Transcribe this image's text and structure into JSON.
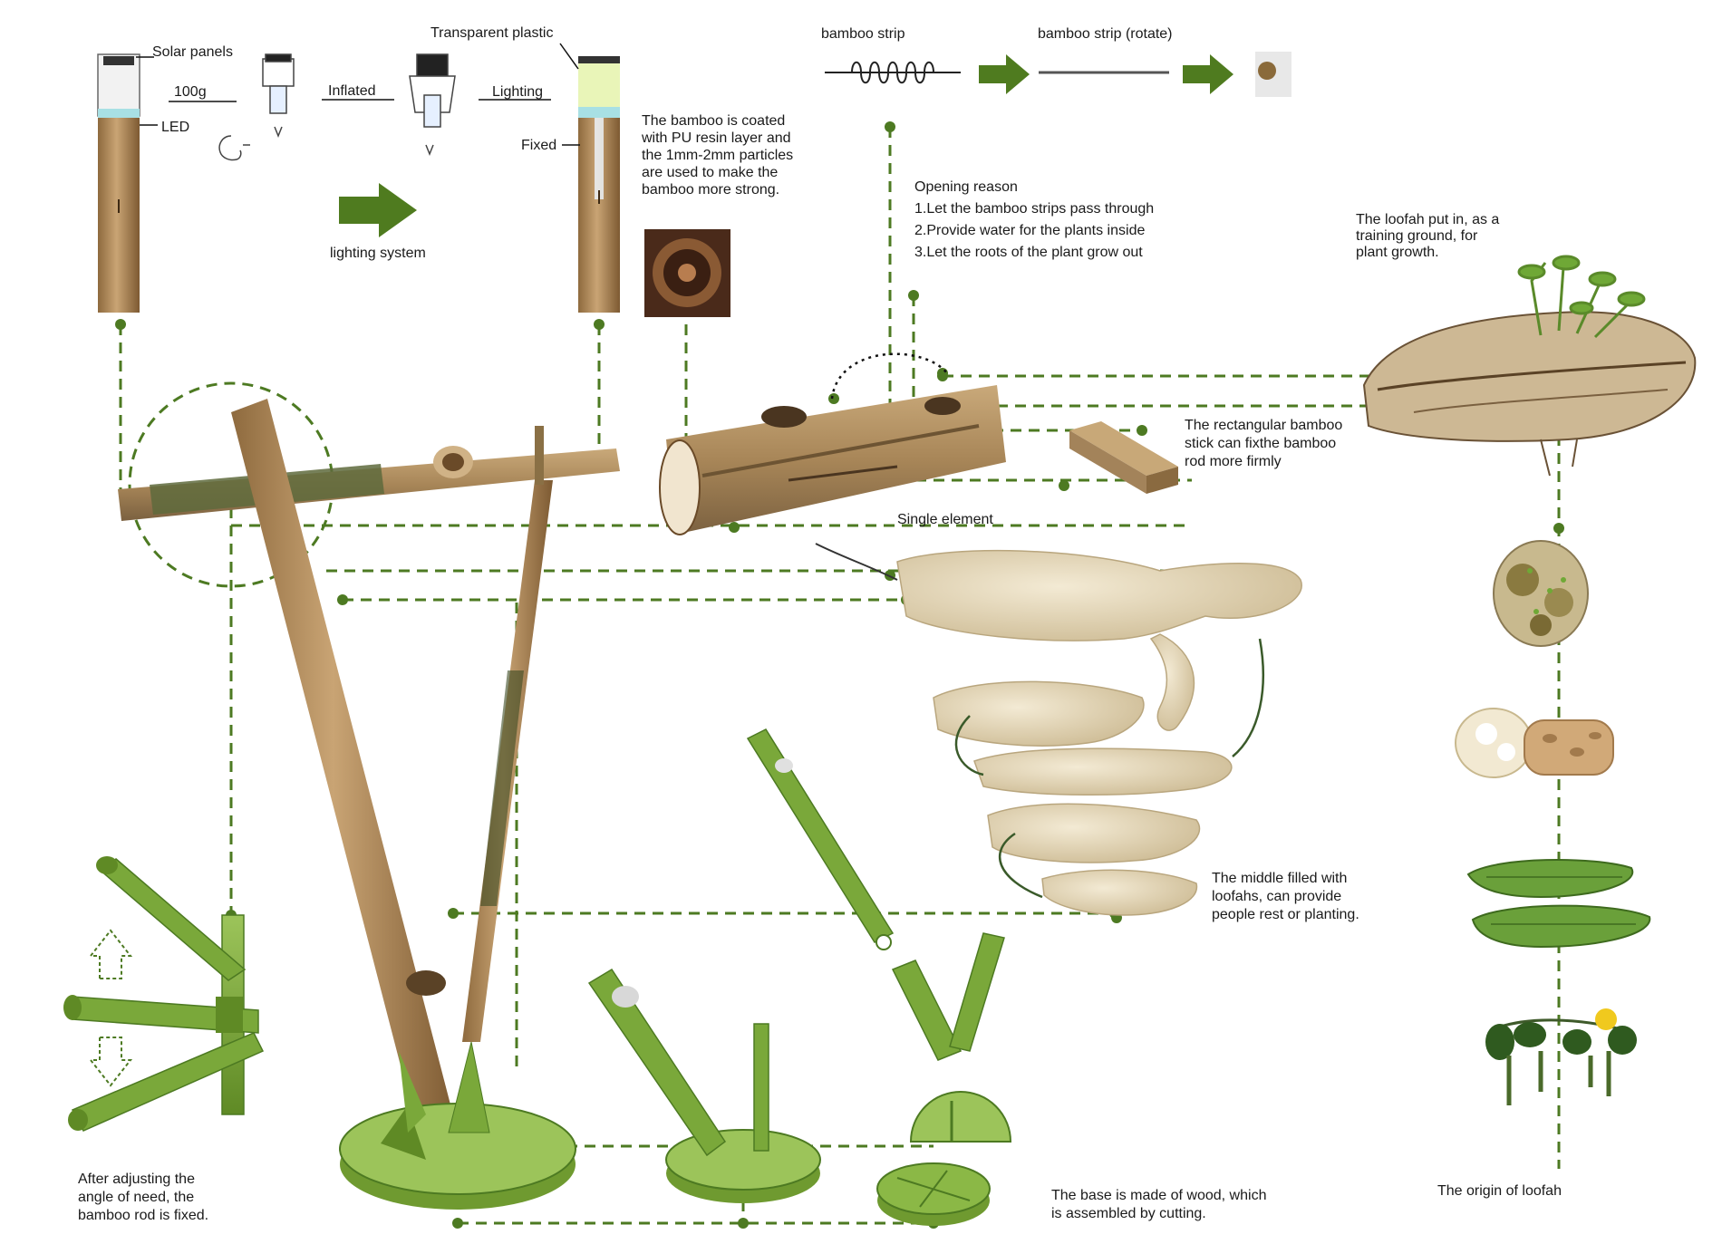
{
  "labels": {
    "solar_panels": "Solar panels",
    "led": "LED",
    "weight": "100g",
    "inflated": "Inflated",
    "transparent_plastic": "Transparent plastic",
    "lighting": "Lighting",
    "fixed": "Fixed",
    "lighting_system": "lighting system",
    "pu_coating": "The bamboo is coated\nwith PU resin  layer and\nthe 1mm-2mm particles\nare used to make the\nbamboo more strong.",
    "bamboo_strip": "bamboo strip",
    "bamboo_strip_rotate": "bamboo strip (rotate)",
    "opening_reason": "Opening reason\n1.Let the bamboo strips pass through\n2.Provide water for the plants inside\n3.Let the roots of the plant grow out",
    "loofah_training": "The loofah put in, as a\ntraining ground,  for\nplant growth.",
    "rect_stick": "The rectangular bamboo\nstick can  fixthe bamboo\nrod more firmly",
    "single_element": "Single element",
    "middle_filled": "The middle filled with\nloofahs, can provide\npeople rest or planting.",
    "adjusting": "After adjusting the\nangle of need, the\nbamboo rod is fixed.",
    "base_wood": "The base is made of wood, which\nis assembled by cutting.",
    "origin_loofah": "The origin of loofah"
  },
  "colors": {
    "accent_green": "#4d7a22",
    "model_green": "#7aa83a",
    "bamboo": "#b58f5e",
    "loofah": "#e8dcc0",
    "text": "#1a1a1a"
  }
}
